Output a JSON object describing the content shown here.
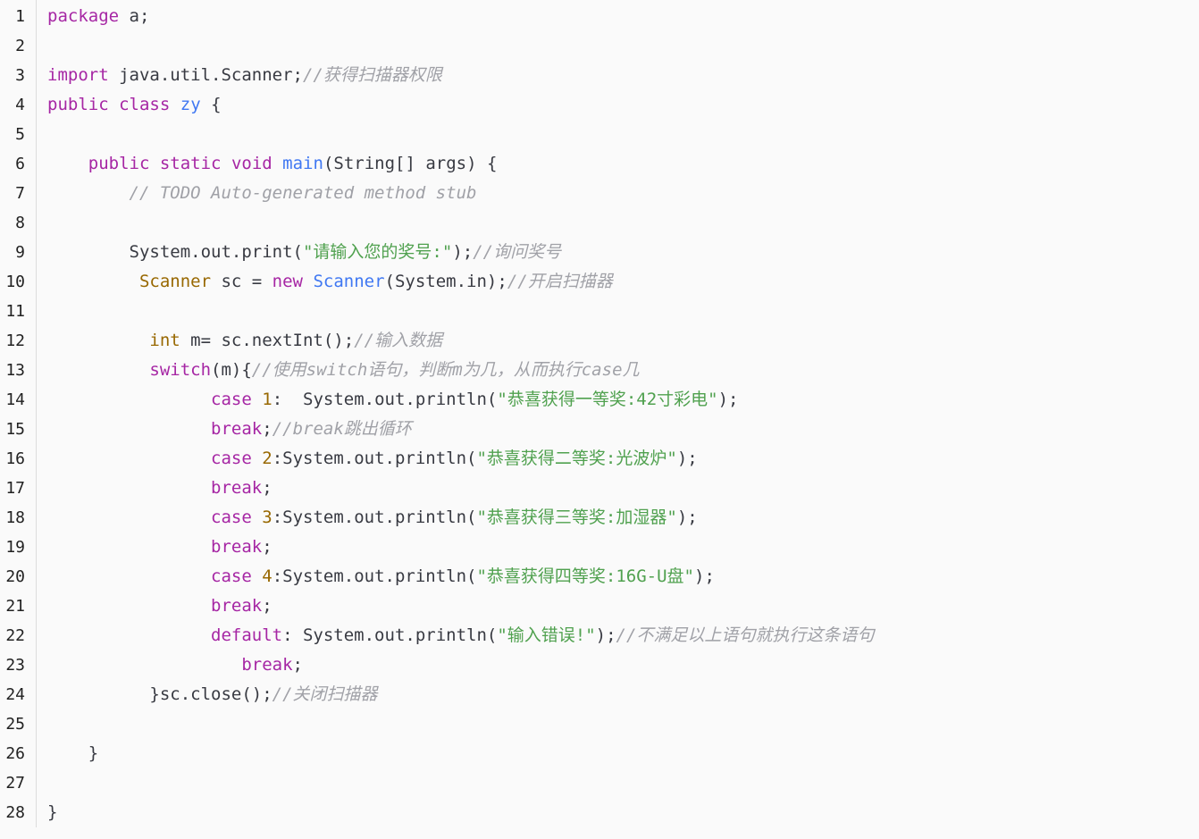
{
  "editor": {
    "lines": [
      {
        "n": "1",
        "indent": "",
        "tokens": [
          {
            "c": "kw",
            "t": "package"
          },
          {
            "c": "pl",
            "t": " a;"
          }
        ]
      },
      {
        "n": "2",
        "indent": "",
        "tokens": []
      },
      {
        "n": "3",
        "indent": "",
        "tokens": [
          {
            "c": "kw",
            "t": "import"
          },
          {
            "c": "pl",
            "t": " java.util.Scanner;"
          },
          {
            "c": "cmt",
            "t": "//获得扫描器权限"
          }
        ]
      },
      {
        "n": "4",
        "indent": "",
        "tokens": [
          {
            "c": "kw",
            "t": "public"
          },
          {
            "c": "pl",
            "t": " "
          },
          {
            "c": "kw",
            "t": "class"
          },
          {
            "c": "pl",
            "t": " "
          },
          {
            "c": "fn",
            "t": "zy"
          },
          {
            "c": "pl",
            "t": " {"
          }
        ]
      },
      {
        "n": "5",
        "indent": "",
        "tokens": []
      },
      {
        "n": "6",
        "indent": "    ",
        "tokens": [
          {
            "c": "kw",
            "t": "public"
          },
          {
            "c": "pl",
            "t": " "
          },
          {
            "c": "kw",
            "t": "static"
          },
          {
            "c": "pl",
            "t": " "
          },
          {
            "c": "kw",
            "t": "void"
          },
          {
            "c": "pl",
            "t": " "
          },
          {
            "c": "fn",
            "t": "main"
          },
          {
            "c": "pl",
            "t": "(String[] args) {"
          }
        ]
      },
      {
        "n": "7",
        "indent": "        ",
        "tokens": [
          {
            "c": "cmt",
            "t": "// TODO Auto-generated method stub"
          }
        ]
      },
      {
        "n": "8",
        "indent": "",
        "tokens": []
      },
      {
        "n": "9",
        "indent": "        ",
        "tokens": [
          {
            "c": "pl",
            "t": "System.out.print("
          },
          {
            "c": "str",
            "t": "\"请输入您的奖号:\""
          },
          {
            "c": "pl",
            "t": ");"
          },
          {
            "c": "cmt",
            "t": "//询问奖号"
          }
        ]
      },
      {
        "n": "10",
        "indent": "         ",
        "tokens": [
          {
            "c": "tp",
            "t": "Scanner"
          },
          {
            "c": "pl",
            "t": " sc = "
          },
          {
            "c": "kw",
            "t": "new"
          },
          {
            "c": "pl",
            "t": " "
          },
          {
            "c": "fn",
            "t": "Scanner"
          },
          {
            "c": "pl",
            "t": "(System.in);"
          },
          {
            "c": "cmt",
            "t": "//开启扫描器"
          }
        ]
      },
      {
        "n": "11",
        "indent": "",
        "tokens": []
      },
      {
        "n": "12",
        "indent": "          ",
        "tokens": [
          {
            "c": "tp",
            "t": "int"
          },
          {
            "c": "pl",
            "t": " m= sc.nextInt();"
          },
          {
            "c": "cmt",
            "t": "//输入数据"
          }
        ]
      },
      {
        "n": "13",
        "indent": "          ",
        "tokens": [
          {
            "c": "kw",
            "t": "switch"
          },
          {
            "c": "pl",
            "t": "(m){"
          },
          {
            "c": "cmt",
            "t": "//使用switch语句，判断m为几，从而执行case几"
          }
        ]
      },
      {
        "n": "14",
        "indent": "                ",
        "tokens": [
          {
            "c": "kw",
            "t": "case"
          },
          {
            "c": "pl",
            "t": " "
          },
          {
            "c": "num",
            "t": "1"
          },
          {
            "c": "pl",
            "t": ":  System.out.println("
          },
          {
            "c": "str",
            "t": "\"恭喜获得一等奖:42寸彩电\""
          },
          {
            "c": "pl",
            "t": ");"
          }
        ]
      },
      {
        "n": "15",
        "indent": "                ",
        "tokens": [
          {
            "c": "kw",
            "t": "break"
          },
          {
            "c": "pl",
            "t": ";"
          },
          {
            "c": "cmt",
            "t": "//break跳出循环"
          }
        ]
      },
      {
        "n": "16",
        "indent": "                ",
        "tokens": [
          {
            "c": "kw",
            "t": "case"
          },
          {
            "c": "pl",
            "t": " "
          },
          {
            "c": "num",
            "t": "2"
          },
          {
            "c": "pl",
            "t": ":System.out.println("
          },
          {
            "c": "str",
            "t": "\"恭喜获得二等奖:光波炉\""
          },
          {
            "c": "pl",
            "t": ");"
          }
        ]
      },
      {
        "n": "17",
        "indent": "                ",
        "tokens": [
          {
            "c": "kw",
            "t": "break"
          },
          {
            "c": "pl",
            "t": ";"
          }
        ]
      },
      {
        "n": "18",
        "indent": "                ",
        "tokens": [
          {
            "c": "kw",
            "t": "case"
          },
          {
            "c": "pl",
            "t": " "
          },
          {
            "c": "num",
            "t": "3"
          },
          {
            "c": "pl",
            "t": ":System.out.println("
          },
          {
            "c": "str",
            "t": "\"恭喜获得三等奖:加湿器\""
          },
          {
            "c": "pl",
            "t": ");"
          }
        ]
      },
      {
        "n": "19",
        "indent": "                ",
        "tokens": [
          {
            "c": "kw",
            "t": "break"
          },
          {
            "c": "pl",
            "t": ";"
          }
        ]
      },
      {
        "n": "20",
        "indent": "                ",
        "tokens": [
          {
            "c": "kw",
            "t": "case"
          },
          {
            "c": "pl",
            "t": " "
          },
          {
            "c": "num",
            "t": "4"
          },
          {
            "c": "pl",
            "t": ":System.out.println("
          },
          {
            "c": "str",
            "t": "\"恭喜获得四等奖:16G-U盘\""
          },
          {
            "c": "pl",
            "t": ");"
          }
        ]
      },
      {
        "n": "21",
        "indent": "                ",
        "tokens": [
          {
            "c": "kw",
            "t": "break"
          },
          {
            "c": "pl",
            "t": ";"
          }
        ]
      },
      {
        "n": "22",
        "indent": "                ",
        "tokens": [
          {
            "c": "kw",
            "t": "default"
          },
          {
            "c": "pl",
            "t": ": System.out.println("
          },
          {
            "c": "str",
            "t": "\"输入错误!\""
          },
          {
            "c": "pl",
            "t": ");"
          },
          {
            "c": "cmt",
            "t": "//不满足以上语句就执行这条语句"
          }
        ]
      },
      {
        "n": "23",
        "indent": "                   ",
        "tokens": [
          {
            "c": "kw",
            "t": "break"
          },
          {
            "c": "pl",
            "t": ";"
          }
        ]
      },
      {
        "n": "24",
        "indent": "          ",
        "tokens": [
          {
            "c": "pl",
            "t": "}sc.close();"
          },
          {
            "c": "cmt",
            "t": "//关闭扫描器"
          }
        ]
      },
      {
        "n": "25",
        "indent": "",
        "tokens": []
      },
      {
        "n": "26",
        "indent": "    ",
        "tokens": [
          {
            "c": "pl",
            "t": "}"
          }
        ]
      },
      {
        "n": "27",
        "indent": "",
        "tokens": []
      },
      {
        "n": "28",
        "indent": "",
        "tokens": [
          {
            "c": "pl",
            "t": "}"
          }
        ]
      }
    ]
  }
}
